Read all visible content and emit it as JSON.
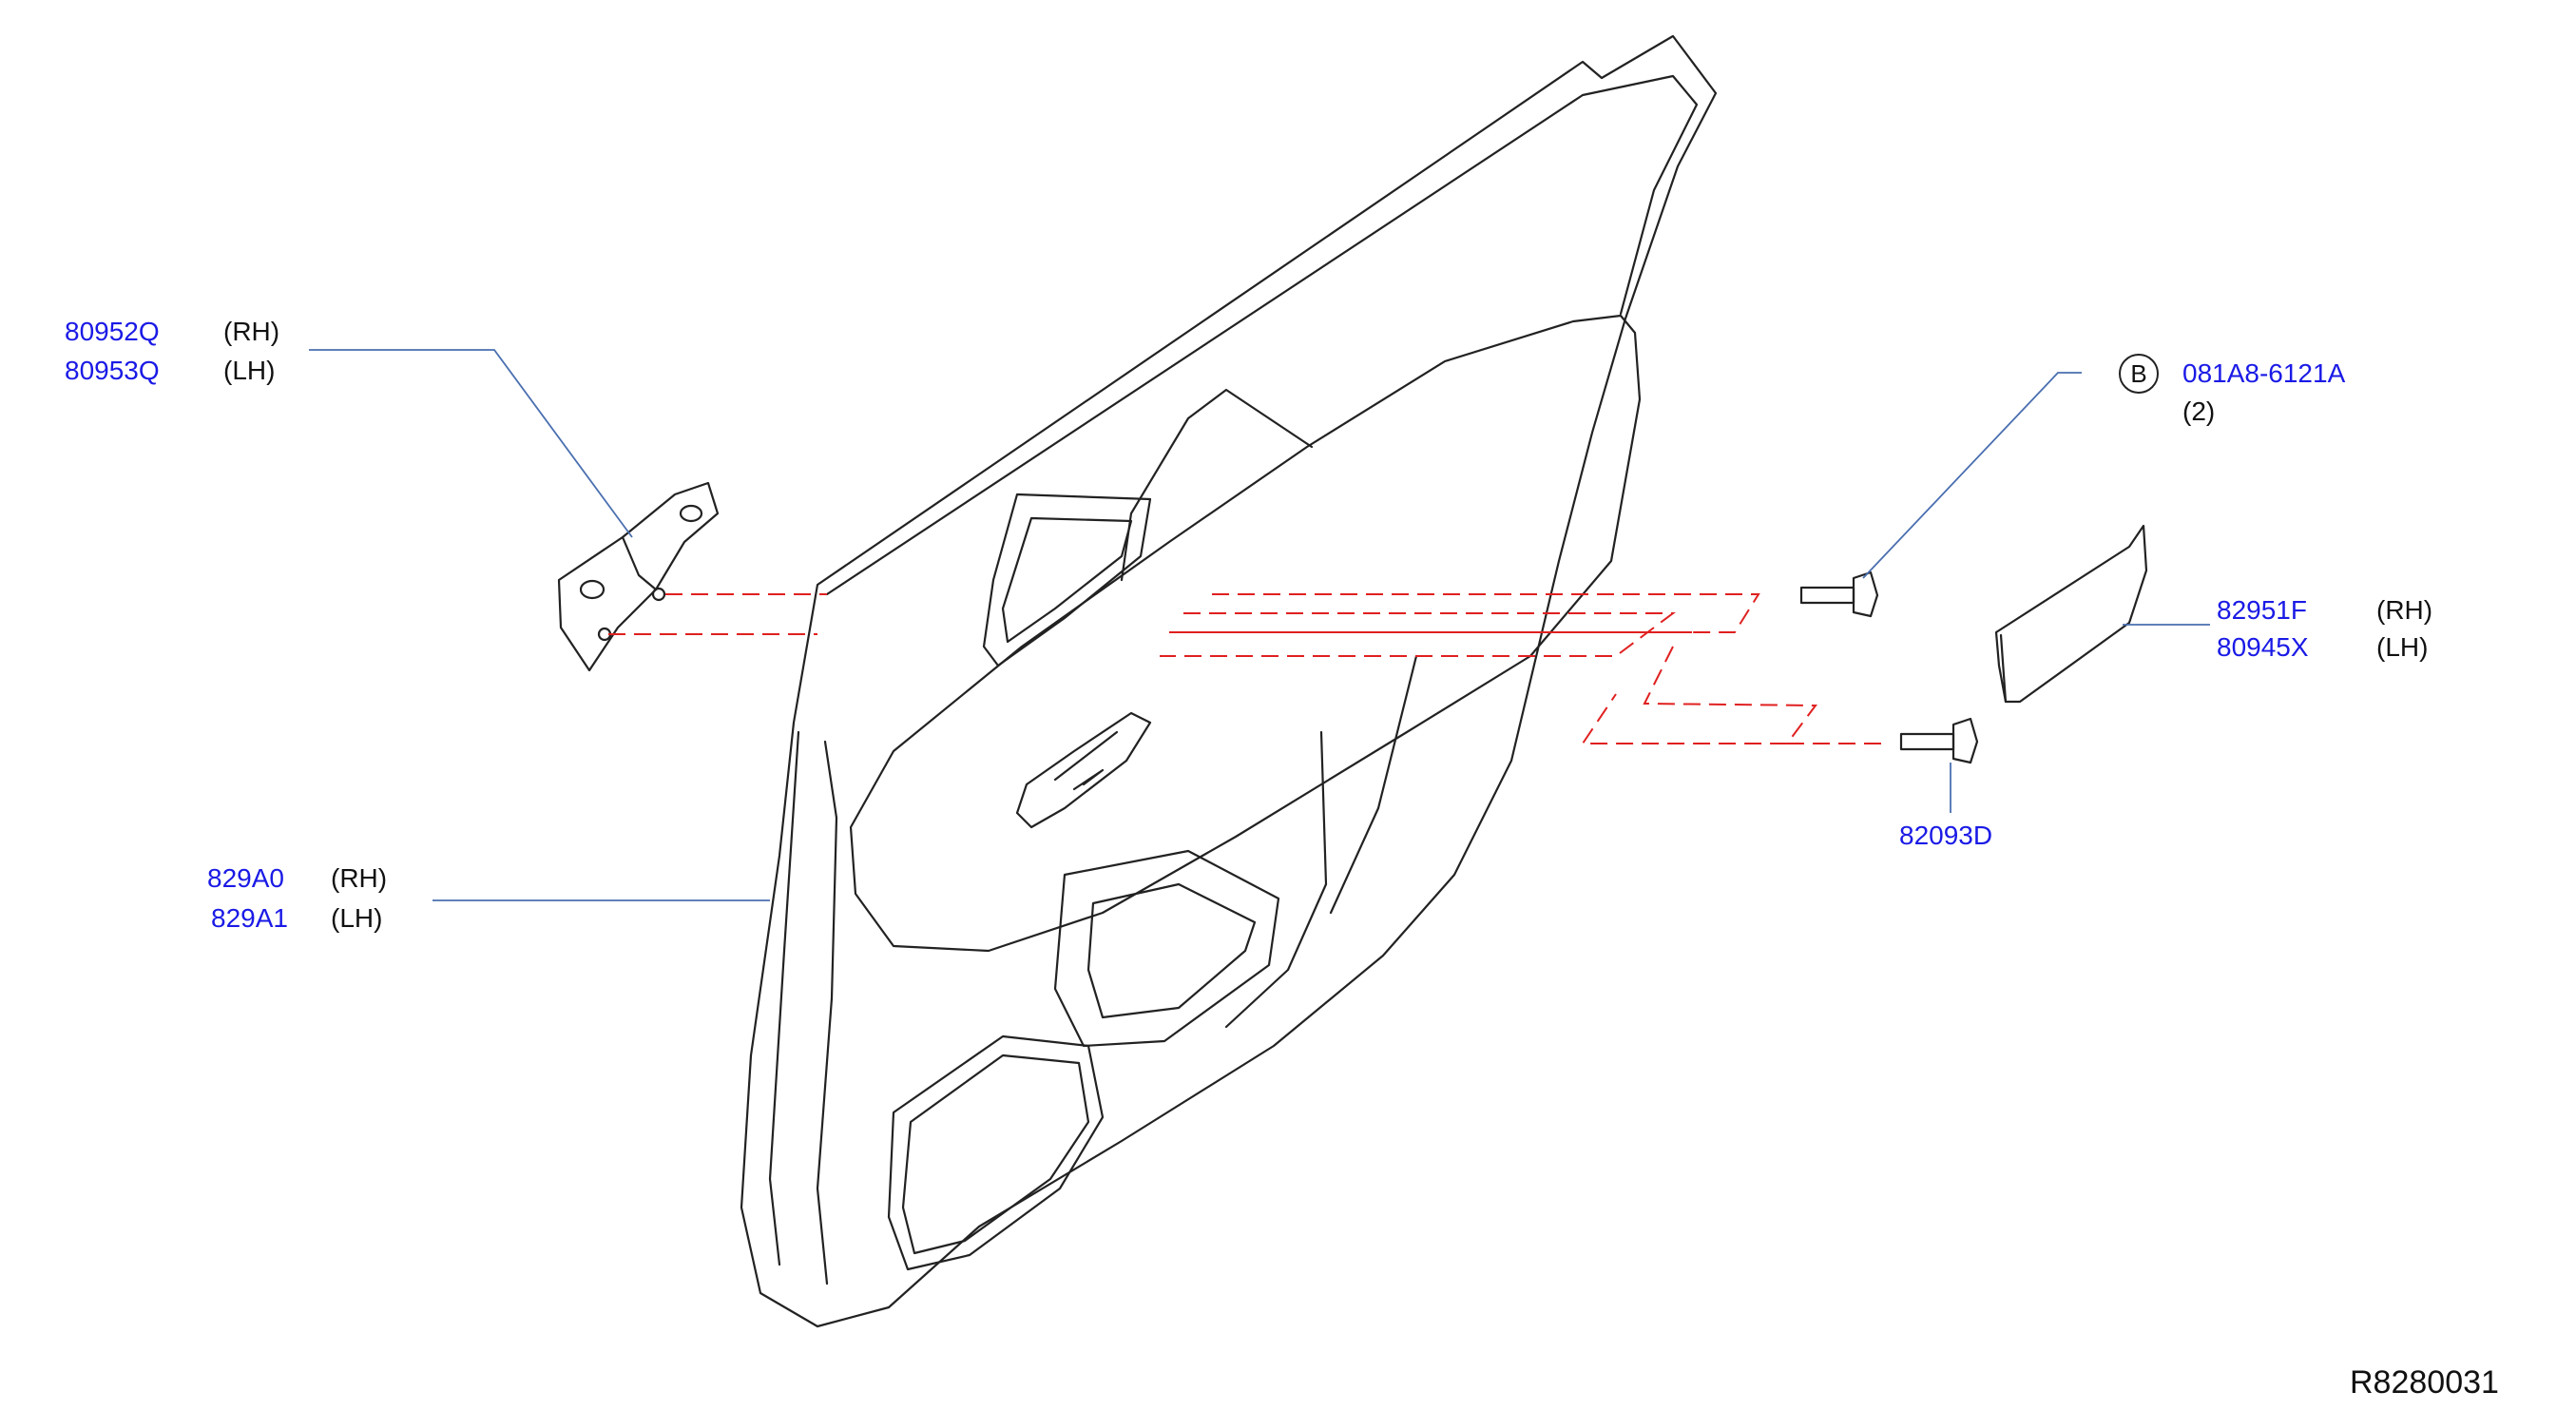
{
  "colors": {
    "part_number": "#1a1ae6",
    "leader_line": "#4a6fb0",
    "dashed_guide": "#e02020",
    "outline": "#222222"
  },
  "labels": {
    "bracket": {
      "rh_part": "80952Q",
      "rh_side": "(RH)",
      "lh_part": "80953Q",
      "lh_side": "(LH)"
    },
    "bolt_b": {
      "callout": "B",
      "part": "081A8-6121A",
      "qty": "(2)"
    },
    "cover": {
      "rh_part": "82951F",
      "rh_side": "(RH)",
      "lh_part": "80945X",
      "lh_side": "(LH)"
    },
    "screw": {
      "part": "82093D"
    },
    "trim": {
      "rh_part": "829A0",
      "rh_side": "(RH)",
      "lh_part": "829A1",
      "lh_side": "(LH)"
    }
  },
  "diagram_id": "R8280031"
}
